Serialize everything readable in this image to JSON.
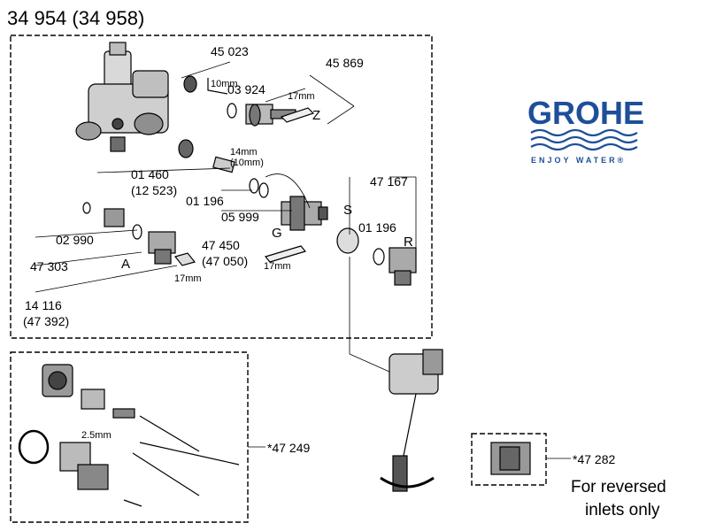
{
  "header": {
    "title": "34 954 (34 958)"
  },
  "brand": {
    "name": "GROHE",
    "tagline": "ENJOY WATER®",
    "color": "#1d4f9a",
    "icon": "water-waves-icon"
  },
  "parts": {
    "p45023": "45 023",
    "hex10": "10mm",
    "p03924": "03 924",
    "w17a": "17mm",
    "p45869": "45 869",
    "z": "Z",
    "hex14": "14mm",
    "hex10b": "(10mm)",
    "p01460": "01 460",
    "p12523": "(12 523)",
    "p01196a": "01 196",
    "p05999": "05 999",
    "g": "G",
    "p47450": "47 450",
    "p47050": "(47 050)",
    "w17b": "17mm",
    "p02990": "02 990",
    "a": "A",
    "w17c": "17mm",
    "p47303": "47 303",
    "p14116": "14 116",
    "p47392": "(47 392)",
    "p47167": "47 167",
    "s": "S",
    "p01196b": "01 196",
    "r": "R",
    "p47249": "*47 249",
    "hex25": "2.5mm",
    "p47282": "*47 282"
  },
  "note": {
    "line1": "For reversed",
    "line2": "inlets only"
  }
}
